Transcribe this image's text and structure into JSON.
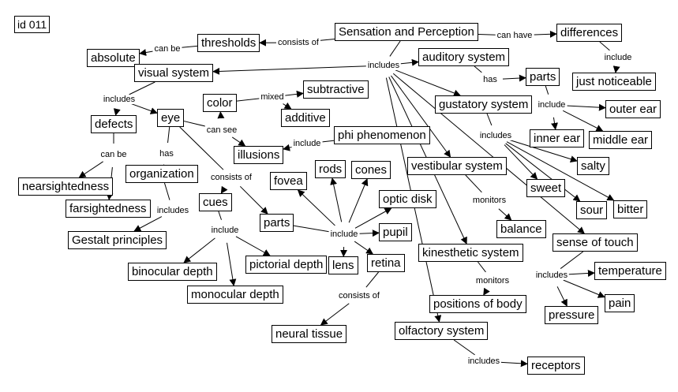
{
  "id_label": "id 011",
  "colors": {
    "ink": "#000000",
    "background": "#ffffff"
  },
  "nodes": [
    {
      "key": "sp",
      "text": "Sensation and Perception"
    },
    {
      "key": "thresholds",
      "text": "thresholds"
    },
    {
      "key": "absolute",
      "text": "absolute"
    },
    {
      "key": "differences",
      "text": "differences"
    },
    {
      "key": "jn",
      "text": "just noticeable"
    },
    {
      "key": "visual",
      "text": "visual system"
    },
    {
      "key": "auditory",
      "text": "auditory system"
    },
    {
      "key": "aparts",
      "text": "parts"
    },
    {
      "key": "outer",
      "text": "outer ear"
    },
    {
      "key": "inner",
      "text": "inner ear"
    },
    {
      "key": "middle",
      "text": "middle ear"
    },
    {
      "key": "gustatory",
      "text": "gustatory system"
    },
    {
      "key": "salty",
      "text": "salty"
    },
    {
      "key": "sweet",
      "text": "sweet"
    },
    {
      "key": "sour",
      "text": "sour"
    },
    {
      "key": "bitter",
      "text": "bitter"
    },
    {
      "key": "color",
      "text": "color"
    },
    {
      "key": "subtractive",
      "text": "subtractive"
    },
    {
      "key": "additive",
      "text": "additive"
    },
    {
      "key": "eye",
      "text": "eye"
    },
    {
      "key": "defects",
      "text": "defects"
    },
    {
      "key": "near",
      "text": "nearsightedness"
    },
    {
      "key": "far",
      "text": "farsightedness"
    },
    {
      "key": "organization",
      "text": "organization"
    },
    {
      "key": "gestalt",
      "text": "Gestalt principles"
    },
    {
      "key": "illusions",
      "text": "illusions"
    },
    {
      "key": "phi",
      "text": "phi phenomenon"
    },
    {
      "key": "vestibular",
      "text": "vestibular system"
    },
    {
      "key": "balance",
      "text": "balance"
    },
    {
      "key": "cues",
      "text": "cues"
    },
    {
      "key": "binocular",
      "text": "binocular depth"
    },
    {
      "key": "monocular",
      "text": "monocular depth"
    },
    {
      "key": "pictorial",
      "text": "pictorial depth"
    },
    {
      "key": "eparts",
      "text": "parts"
    },
    {
      "key": "fovea",
      "text": "fovea"
    },
    {
      "key": "rods",
      "text": "rods"
    },
    {
      "key": "cones",
      "text": "cones"
    },
    {
      "key": "optic",
      "text": "optic disk"
    },
    {
      "key": "pupil",
      "text": "pupil"
    },
    {
      "key": "lens",
      "text": "lens"
    },
    {
      "key": "retina",
      "text": "retina"
    },
    {
      "key": "neural",
      "text": "neural tissue"
    },
    {
      "key": "kinesthetic",
      "text": "kinesthetic system"
    },
    {
      "key": "positions",
      "text": "positions of body"
    },
    {
      "key": "olfactory",
      "text": "olfactory system"
    },
    {
      "key": "receptors",
      "text": "receptors"
    },
    {
      "key": "touch",
      "text": "sense of touch"
    },
    {
      "key": "temperature",
      "text": "temperature"
    },
    {
      "key": "pain",
      "text": "pain"
    },
    {
      "key": "pressure",
      "text": "pressure"
    }
  ],
  "linking_phrases": [
    {
      "key": "l_consists",
      "text": "consists of",
      "from": [
        "sp"
      ],
      "to": [
        "thresholds"
      ]
    },
    {
      "key": "l_canbe1",
      "text": "can be",
      "from": [
        "thresholds"
      ],
      "to": [
        "absolute"
      ]
    },
    {
      "key": "l_canhave",
      "text": "can have",
      "from": [
        "sp"
      ],
      "to": [
        "differences"
      ]
    },
    {
      "key": "l_include_diff",
      "text": "include",
      "from": [
        "differences"
      ],
      "to": [
        "jn"
      ]
    },
    {
      "key": "l_includes_main",
      "text": "includes",
      "from": [
        "sp"
      ],
      "to": [
        "visual",
        "auditory",
        "gustatory",
        "vestibular",
        "kinesthetic",
        "olfactory",
        "touch"
      ]
    },
    {
      "key": "l_has_aud",
      "text": "has",
      "from": [
        "auditory"
      ],
      "to": [
        "aparts"
      ]
    },
    {
      "key": "l_include_ear",
      "text": "include",
      "from": [
        "aparts"
      ],
      "to": [
        "outer",
        "inner",
        "middle"
      ]
    },
    {
      "key": "l_includes_gust",
      "text": "includes",
      "from": [
        "gustatory"
      ],
      "to": [
        "salty",
        "sweet",
        "sour",
        "bitter"
      ]
    },
    {
      "key": "l_includes_vis",
      "text": "includes",
      "from": [
        "visual"
      ],
      "to": [
        "defects",
        "eye"
      ]
    },
    {
      "key": "l_mixed",
      "text": "mixed",
      "from": [
        "color"
      ],
      "to": [
        "subtractive",
        "additive"
      ]
    },
    {
      "key": "l_cansee",
      "text": "can see",
      "from": [
        "eye"
      ],
      "to": [
        "color",
        "illusions"
      ]
    },
    {
      "key": "l_canbe2",
      "text": "can be",
      "from": [
        "defects"
      ],
      "to": [
        "near",
        "far"
      ]
    },
    {
      "key": "l_has_eye",
      "text": "has",
      "from": [
        "eye"
      ],
      "to": [
        "organization"
      ]
    },
    {
      "key": "l_includes_org",
      "text": "includes",
      "from": [
        "organization"
      ],
      "to": [
        "gestalt"
      ]
    },
    {
      "key": "l_include_ill",
      "text": "include",
      "from": [
        "phi"
      ],
      "to": [
        "illusions"
      ]
    },
    {
      "key": "l_consists_eye",
      "text": "consists of",
      "from": [
        "eye"
      ],
      "to": [
        "cues",
        "eparts"
      ]
    },
    {
      "key": "l_include_cues",
      "text": "include",
      "from": [
        "cues"
      ],
      "to": [
        "binocular",
        "monocular",
        "pictorial"
      ]
    },
    {
      "key": "l_include_parts",
      "text": "include",
      "from": [
        "eparts"
      ],
      "to": [
        "fovea",
        "rods",
        "cones",
        "optic",
        "pupil",
        "lens",
        "retina"
      ]
    },
    {
      "key": "l_consists_ret",
      "text": "consists of",
      "from": [
        "retina"
      ],
      "to": [
        "neural"
      ]
    },
    {
      "key": "l_monitors_vest",
      "text": "monitors",
      "from": [
        "vestibular"
      ],
      "to": [
        "balance"
      ]
    },
    {
      "key": "l_monitors_kin",
      "text": "monitors",
      "from": [
        "kinesthetic"
      ],
      "to": [
        "positions"
      ]
    },
    {
      "key": "l_includes_olf",
      "text": "includes",
      "from": [
        "olfactory"
      ],
      "to": [
        "receptors"
      ]
    },
    {
      "key": "l_includes_touch",
      "text": "includes",
      "from": [
        "touch"
      ],
      "to": [
        "temperature",
        "pain",
        "pressure"
      ]
    }
  ]
}
